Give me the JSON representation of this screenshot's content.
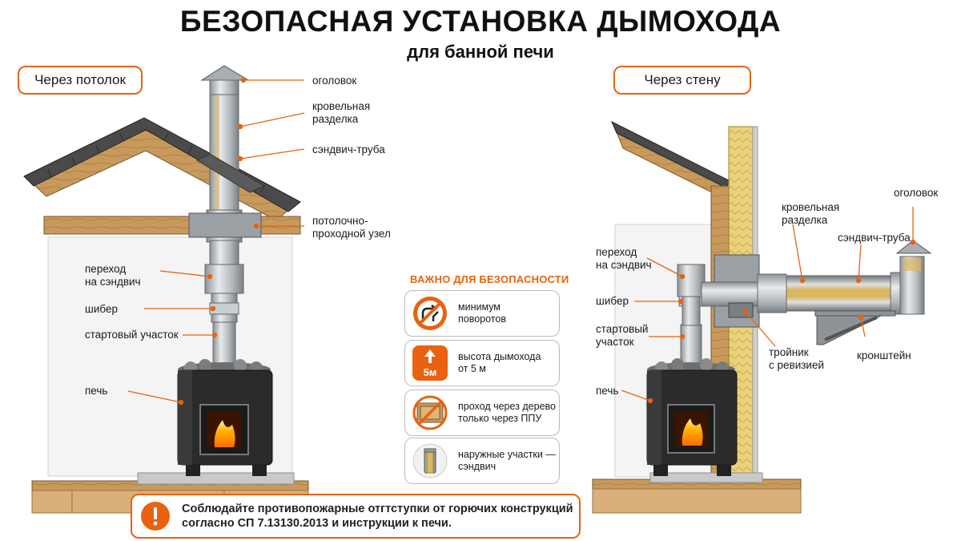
{
  "title": "БЕЗОПАСНАЯ УСТАНОВКА ДЫМОХОДА",
  "subtitle": "для банной печи",
  "left": {
    "tag": "Через потолок",
    "labels": {
      "cap": "оголовок",
      "roof_cut": "кровельная\nразделка",
      "sandwich": "сэндвич-труба",
      "ceiling_node": "потолочно-\nпроходной узел",
      "transition": "переход\nна сэндвич",
      "damper": "шибер",
      "start": "стартовый участок",
      "stove": "печь"
    }
  },
  "right": {
    "tag": "Через стену",
    "labels": {
      "cap": "оголовок",
      "roof_cut": "кровельная\nразделка",
      "sandwich": "сэндвич-труба",
      "transition": "переход\nна сэндвич",
      "damper": "шибер",
      "start": "стартовый\nучасток",
      "tee": "тройник\nс ревизией",
      "bracket": "кронштейн",
      "stove": "печь"
    }
  },
  "safety": {
    "title": "ВАЖНО ДЛЯ БЕЗОПАСНОСТИ",
    "items": [
      {
        "icon": "no-turns-icon",
        "text": "минимум\nповоротов"
      },
      {
        "icon": "height-icon",
        "badge": "5м",
        "text": "высота дымохода\nот 5 м"
      },
      {
        "icon": "no-wood-icon",
        "text": "проход через дерево\nтолько через ППУ"
      },
      {
        "icon": "sandwich-pipe-icon",
        "text": "наружные участки —\nсэндвич"
      }
    ]
  },
  "notice": {
    "icon": "warning-icon",
    "text": "Соблюдайте противопожарные отгтступки от горючих конструкций\nсогласно СП 7.13130.2013 и инструкции к печи."
  },
  "colors": {
    "accent": "#e8620f",
    "wood": "#c79a5c",
    "insulation": "#e9d27a",
    "steel": "#b9bec2",
    "stove": "#2b2b2b"
  }
}
